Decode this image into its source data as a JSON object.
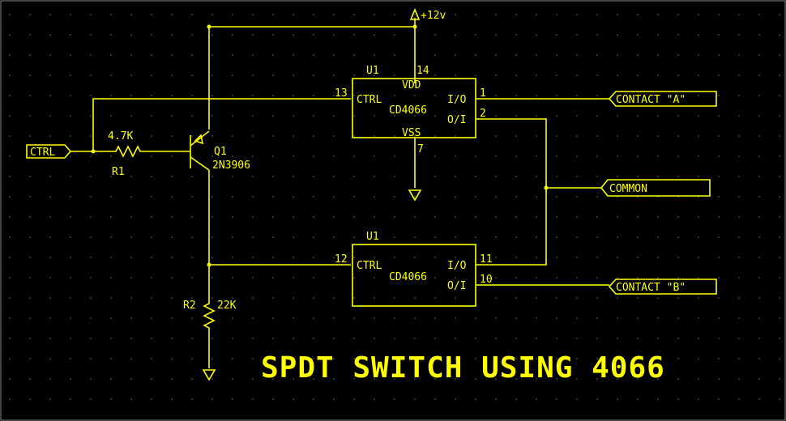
{
  "diagram": {
    "title": "SPDT SWITCH USING 4066",
    "colors": {
      "background": "#000000",
      "ink": "#ffff00",
      "grid": "#6a6a6a"
    },
    "power": {
      "label": "+12v"
    },
    "ports": {
      "ctrl": "CTRL",
      "contact_a": "CONTACT \"A\"",
      "common": "COMMON",
      "contact_b": "CONTACT \"B\""
    },
    "r1": {
      "value": "4.7K",
      "ref": "R1"
    },
    "r2": {
      "value": "22K",
      "ref": "R2"
    },
    "q1": {
      "ref": "Q1",
      "part": "2N3906"
    },
    "u1_top": {
      "ref": "U1",
      "part": "CD4066",
      "ctrl": "CTRL",
      "vdd": "VDD",
      "vss": "VSS",
      "io": "I/O",
      "oi": "O/I",
      "pin_vdd": "14",
      "pin_ctrl": "13",
      "pin_io": "1",
      "pin_oi": "2",
      "pin_vss": "7"
    },
    "u1_bottom": {
      "ref": "U1",
      "part": "CD4066",
      "ctrl": "CTRL",
      "io": "I/O",
      "oi": "O/I",
      "pin_ctrl": "12",
      "pin_io": "11",
      "pin_oi": "10"
    }
  }
}
